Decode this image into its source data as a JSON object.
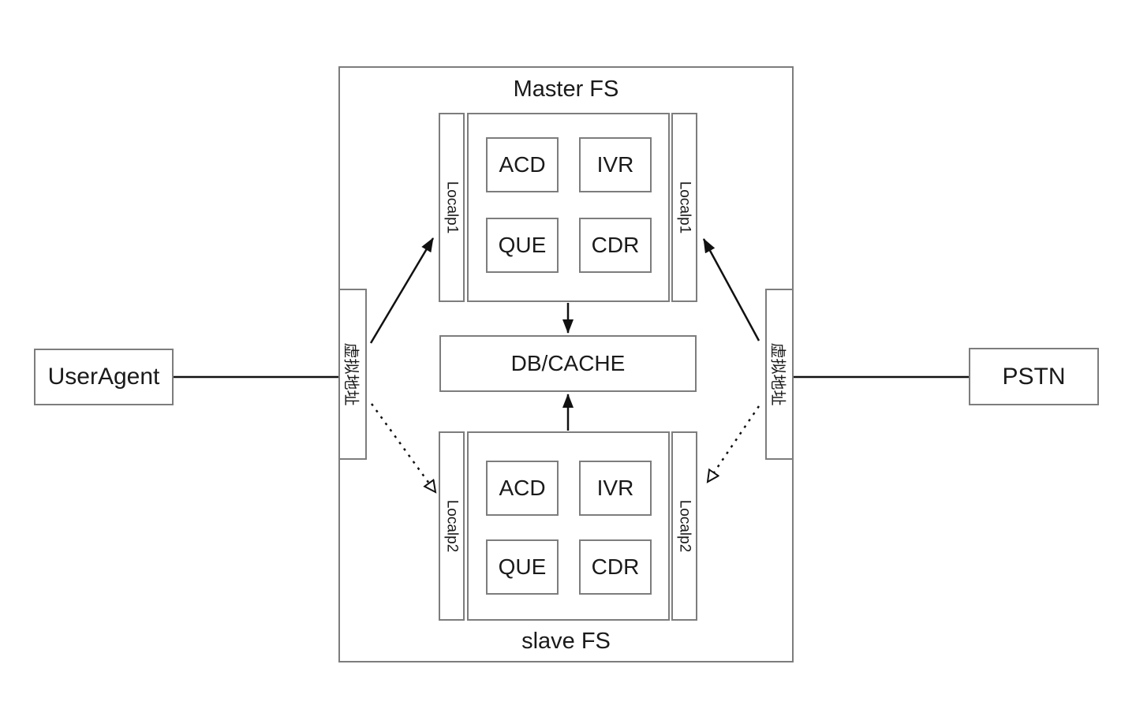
{
  "diagram": {
    "container": {
      "title_top": "Master FS",
      "title_bottom": "slave FS"
    },
    "left_node": {
      "label": "UserAgent"
    },
    "right_node": {
      "label": "PSTN"
    },
    "virtual_address_left": {
      "label": "虚拟地址"
    },
    "virtual_address_right": {
      "label": "虚拟地址"
    },
    "db": {
      "label": "DB/CACHE"
    },
    "master_cluster": {
      "left_bar_label": "Localp1",
      "right_bar_label": "Localp1",
      "modules": [
        "ACD",
        "IVR",
        "QUE",
        "CDR"
      ]
    },
    "slave_cluster": {
      "left_bar_label": "Localp2",
      "right_bar_label": "Localp2",
      "modules": [
        "ACD",
        "IVR",
        "QUE",
        "CDR"
      ]
    },
    "colors": {
      "border": "#7d7d7d",
      "text": "#1a1a1a",
      "line": "#111111",
      "background": "#ffffff"
    }
  }
}
